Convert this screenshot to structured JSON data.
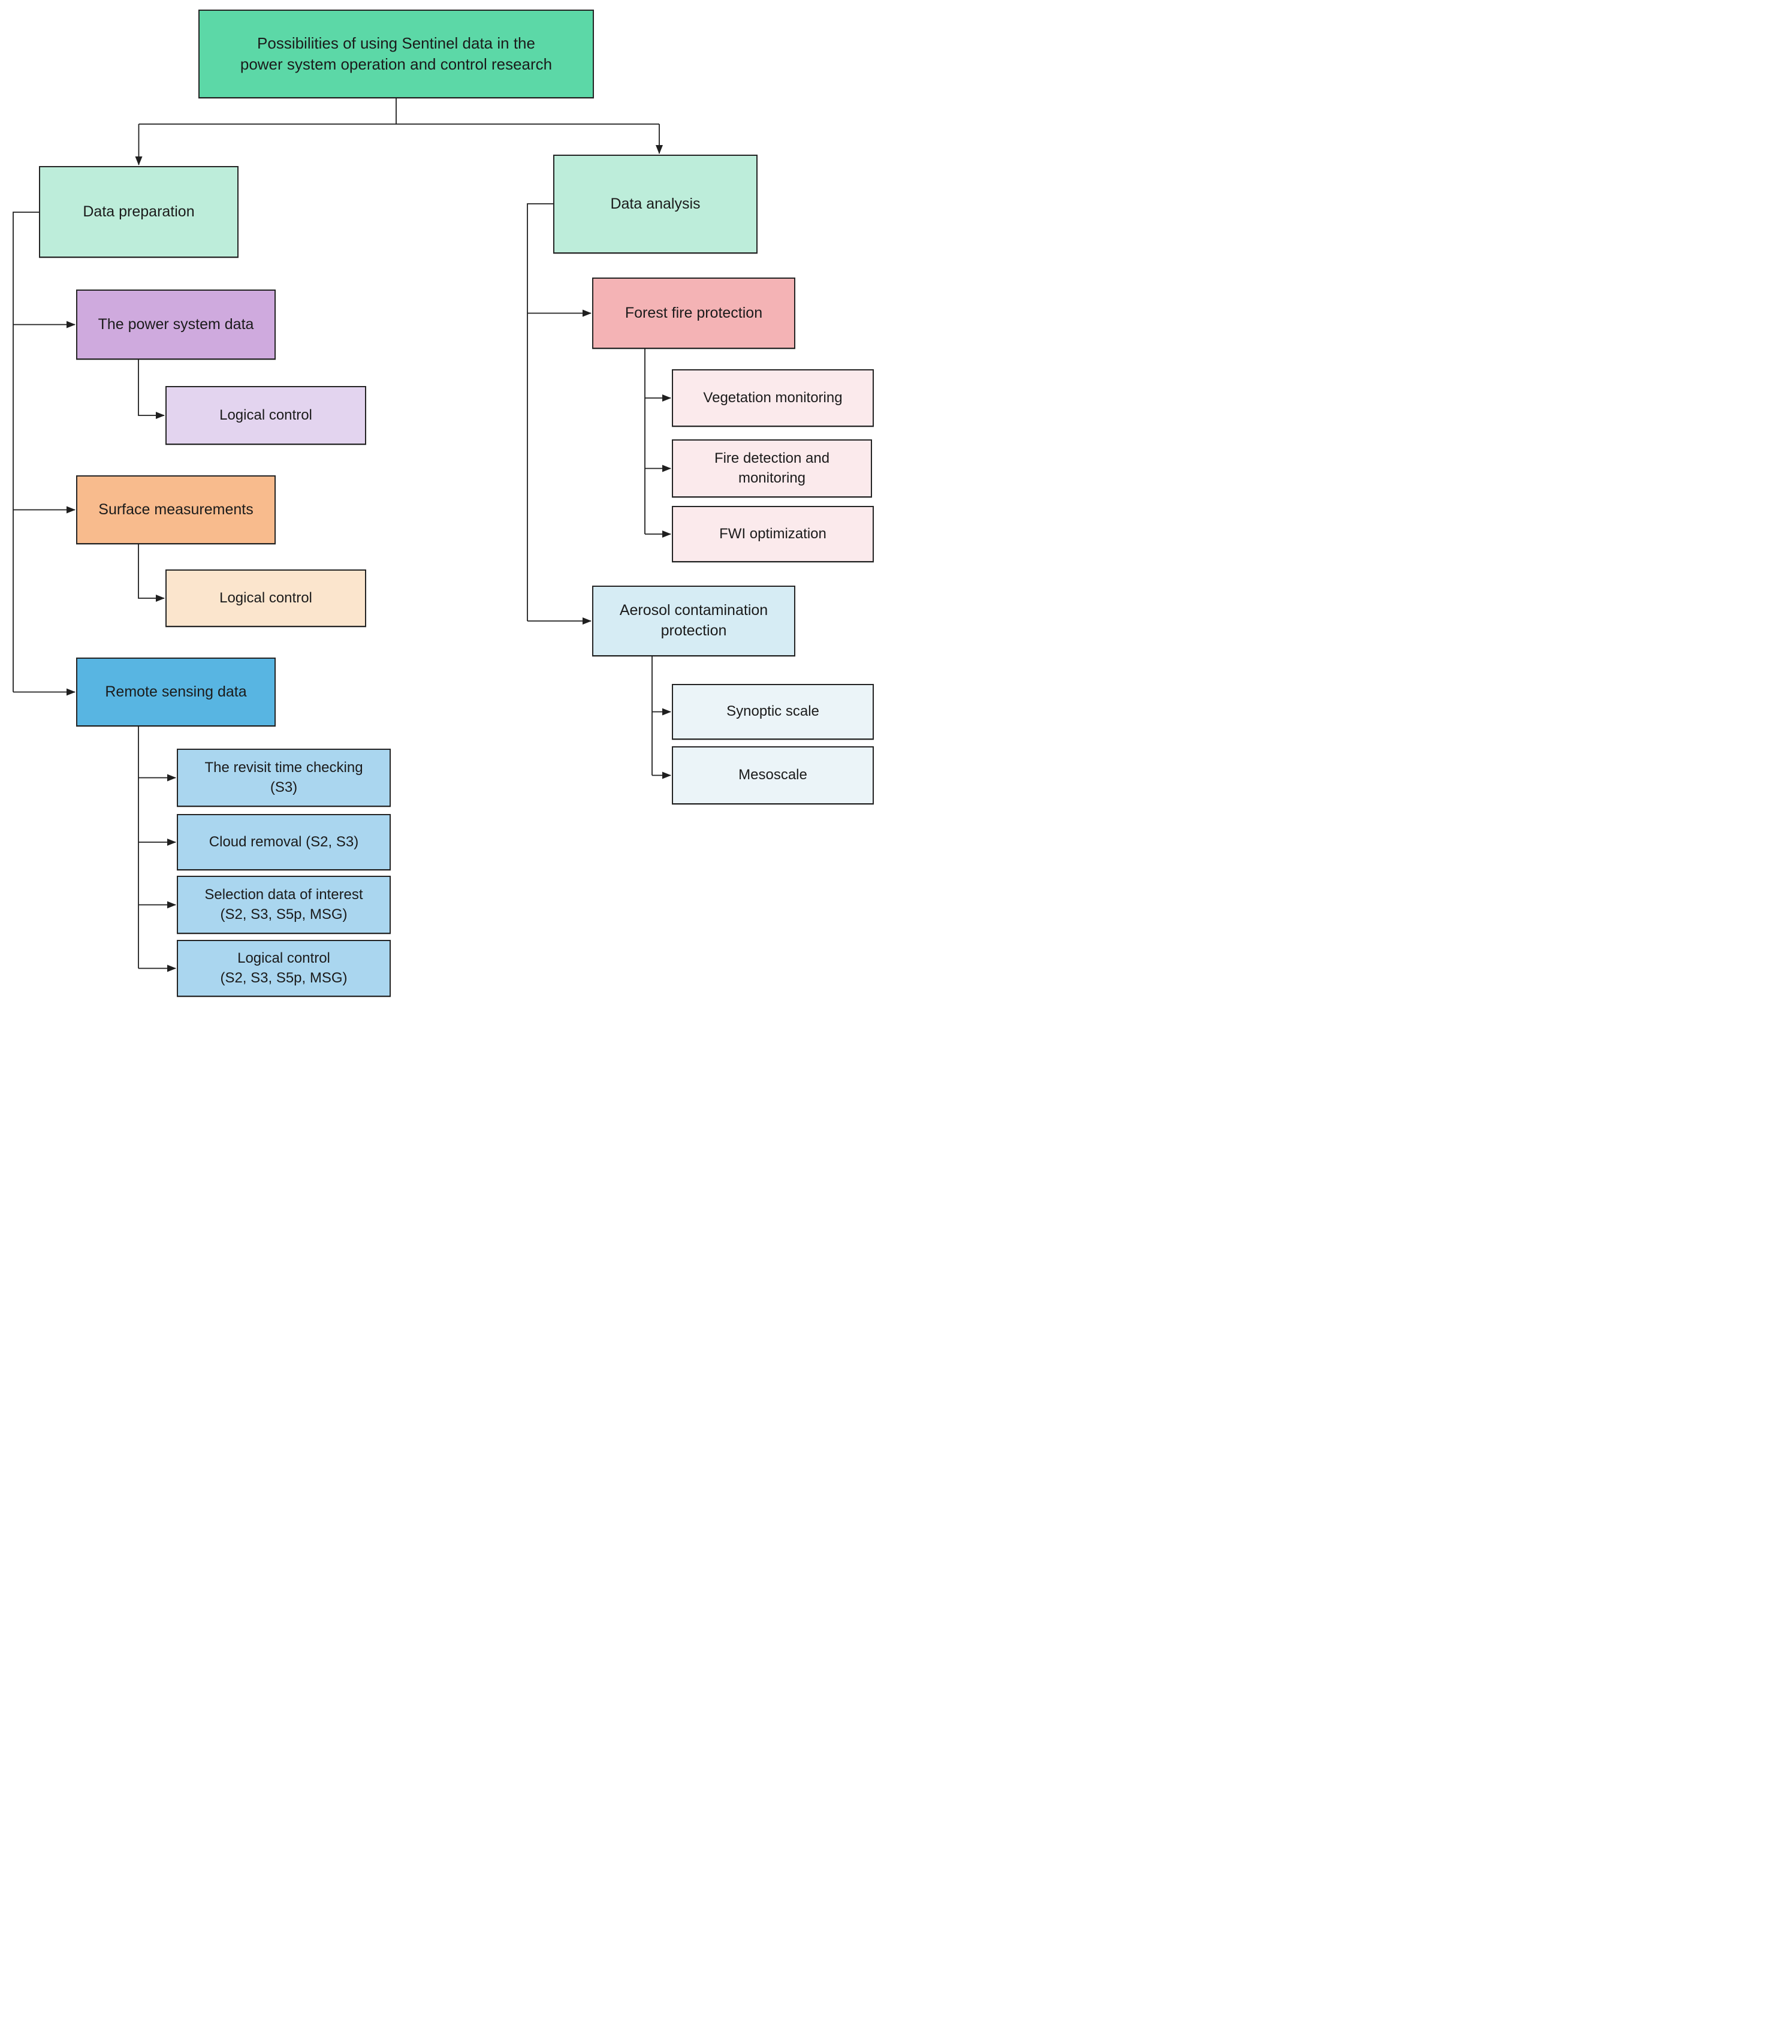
{
  "diagram": {
    "type": "flowchart",
    "line_color": "#1f1f1f",
    "nodes": {
      "title": {
        "label": "Possibilities of using Sentinel data in the\npower system operation and control research",
        "color": "#5CD8A7"
      },
      "data_preparation": {
        "label": "Data preparation",
        "color": "#BDEDDA"
      },
      "power_system_data": {
        "label": "The power system data",
        "color": "#CFAADE"
      },
      "logical_control_power": {
        "label": "Logical control",
        "color": "#E3D4EF"
      },
      "surface_measurements": {
        "label": "Surface measurements",
        "color": "#F8BB8D"
      },
      "logical_control_surface": {
        "label": "Logical control",
        "color": "#FBE5CD"
      },
      "remote_sensing_data": {
        "label": "Remote sensing data",
        "color": "#58B5E2"
      },
      "revisit_time": {
        "label": "The revisit time checking\n(S3)",
        "color": "#AAD6EF"
      },
      "cloud_removal": {
        "label": "Cloud removal (S2, S3)",
        "color": "#AAD6EF"
      },
      "selection_data": {
        "label": "Selection data of interest\n(S2, S3, S5p, MSG)",
        "color": "#AAD6EF"
      },
      "logical_control_remote": {
        "label": "Logical control\n(S2, S3, S5p, MSG)",
        "color": "#AAD6EF"
      },
      "data_analysis": {
        "label": "Data analysis",
        "color": "#BDEDDA"
      },
      "forest_fire_protection": {
        "label": "Forest fire protection",
        "color": "#F4B3B5"
      },
      "vegetation_monitoring": {
        "label": "Vegetation monitoring",
        "color": "#FBEAEC"
      },
      "fire_detection": {
        "label": "Fire detection and\nmonitoring",
        "color": "#FBEAEC"
      },
      "fwi_optimization": {
        "label": "FWI optimization",
        "color": "#FBEAEC"
      },
      "aerosol_protection": {
        "label": "Aerosol contamination\nprotection",
        "color": "#D6ECF4"
      },
      "synoptic_scale": {
        "label": "Synoptic scale",
        "color": "#EBF4F8"
      },
      "mesoscale": {
        "label": "Mesoscale",
        "color": "#EBF4F8"
      }
    },
    "edges": [
      {
        "from": "title",
        "to": "data_preparation"
      },
      {
        "from": "title",
        "to": "data_analysis"
      },
      {
        "from": "data_preparation",
        "to": "power_system_data"
      },
      {
        "from": "data_preparation",
        "to": "surface_measurements"
      },
      {
        "from": "data_preparation",
        "to": "remote_sensing_data"
      },
      {
        "from": "power_system_data",
        "to": "logical_control_power"
      },
      {
        "from": "surface_measurements",
        "to": "logical_control_surface"
      },
      {
        "from": "remote_sensing_data",
        "to": "revisit_time"
      },
      {
        "from": "remote_sensing_data",
        "to": "cloud_removal"
      },
      {
        "from": "remote_sensing_data",
        "to": "selection_data"
      },
      {
        "from": "remote_sensing_data",
        "to": "logical_control_remote"
      },
      {
        "from": "data_analysis",
        "to": "forest_fire_protection"
      },
      {
        "from": "data_analysis",
        "to": "aerosol_protection"
      },
      {
        "from": "forest_fire_protection",
        "to": "vegetation_monitoring"
      },
      {
        "from": "forest_fire_protection",
        "to": "fire_detection"
      },
      {
        "from": "forest_fire_protection",
        "to": "fwi_optimization"
      },
      {
        "from": "aerosol_protection",
        "to": "synoptic_scale"
      },
      {
        "from": "aerosol_protection",
        "to": "mesoscale"
      }
    ]
  }
}
